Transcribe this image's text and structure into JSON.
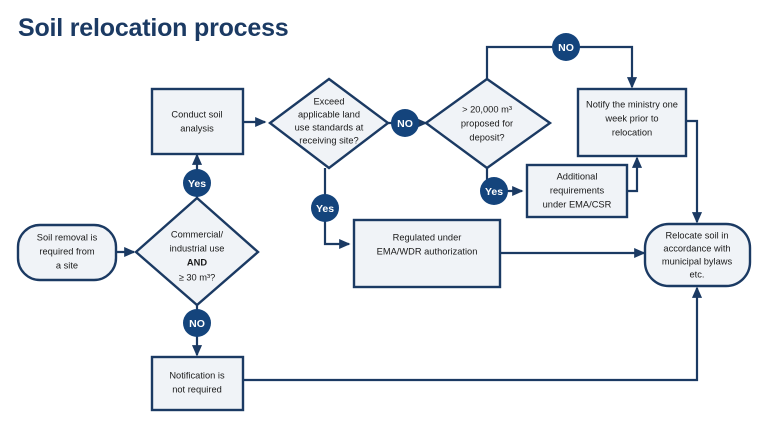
{
  "page": {
    "title": "Soil relocation process",
    "background": "#ffffff",
    "title_color": "#1b3a63"
  },
  "theme": {
    "border": "#1b3a63",
    "node_fill": "#f0f3f7",
    "badge_fill": "#14447c",
    "badge_text": "#ffffff",
    "text": "#1a1a1a"
  },
  "nodes": {
    "start": {
      "shape": "rounded-terminator",
      "lines": [
        "Soil removal is",
        "required from",
        "a site"
      ]
    },
    "decision_commercial": {
      "shape": "diamond",
      "lines": [
        "Commercial/",
        "industrial use",
        "AND",
        "≥ 30 m³?"
      ],
      "bold_line_index": 2
    },
    "conduct_analysis": {
      "shape": "rectangle",
      "lines": [
        "Conduct soil",
        "analysis"
      ]
    },
    "decision_exceed": {
      "shape": "diamond",
      "lines": [
        "Exceed",
        "applicable land",
        "use standards at",
        "receiving site?"
      ]
    },
    "decision_volume": {
      "shape": "diamond",
      "lines": [
        "> 20,000 m³",
        "proposed for",
        "deposit?"
      ]
    },
    "notify_ministry": {
      "shape": "rectangle",
      "lines": [
        "Notify the ministry one",
        "week prior to",
        "relocation"
      ]
    },
    "additional_requirements": {
      "shape": "rectangle",
      "lines": [
        "Additional",
        "requirements",
        "under EMA/CSR"
      ]
    },
    "regulated_under": {
      "shape": "rectangle",
      "lines": [
        "Regulated under",
        "EMA/WDR authorization"
      ]
    },
    "notification_not_required": {
      "shape": "rectangle",
      "lines": [
        "Notification is",
        "not required"
      ]
    },
    "relocate_soil": {
      "shape": "rounded-terminator",
      "lines": [
        "Relocate soil in",
        "accordance with",
        "municipal bylaws",
        "etc."
      ]
    }
  },
  "badges": {
    "yes_to_analysis": "Yes",
    "no_to_notification": "NO",
    "yes_to_regulated": "Yes",
    "no_to_volume": "NO",
    "no_to_notify": "NO",
    "yes_to_additional": "Yes"
  }
}
